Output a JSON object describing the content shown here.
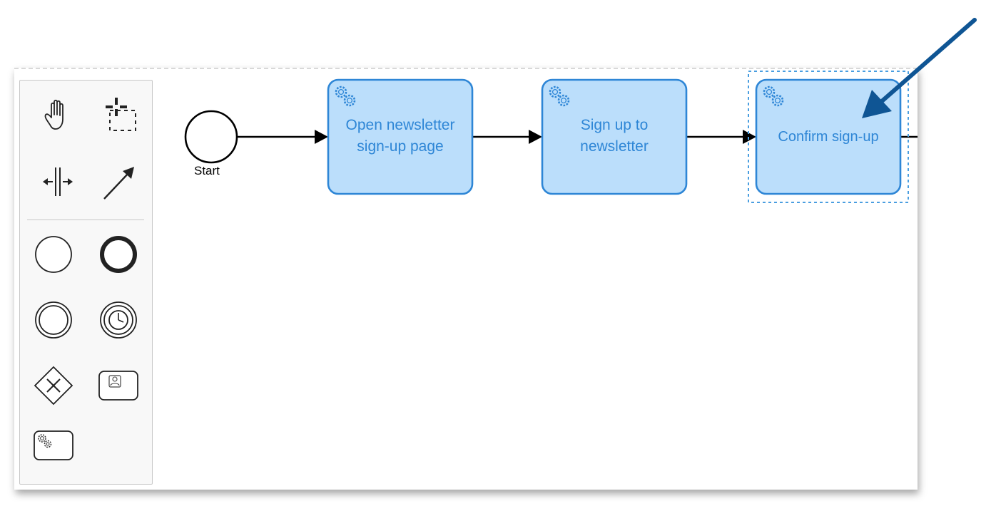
{
  "diagram": {
    "start_event": {
      "label": "Start"
    },
    "tasks": [
      {
        "line1": "Open newsletter",
        "line2": "sign-up page"
      },
      {
        "line1": "Sign up to",
        "line2": "newsletter"
      },
      {
        "line1": "Confirm sign-up"
      }
    ]
  },
  "palette": {
    "tools": [
      {
        "icon": "hand-tool-icon"
      },
      {
        "icon": "lasso-tool-icon"
      },
      {
        "icon": "space-tool-icon"
      },
      {
        "icon": "connect-tool-icon"
      },
      {
        "icon": "start-event-icon"
      },
      {
        "icon": "end-event-icon"
      },
      {
        "icon": "intermediate-event-icon"
      },
      {
        "icon": "timer-event-icon"
      },
      {
        "icon": "exclusive-gateway-icon"
      },
      {
        "icon": "user-task-icon"
      },
      {
        "icon": "service-task-icon"
      }
    ]
  },
  "colors": {
    "task_fill": "#bbdefb",
    "task_stroke": "#2e86d6",
    "task_text": "#2e86d6",
    "selection": "#4a9ee0",
    "annotation_arrow": "#0f5594"
  }
}
